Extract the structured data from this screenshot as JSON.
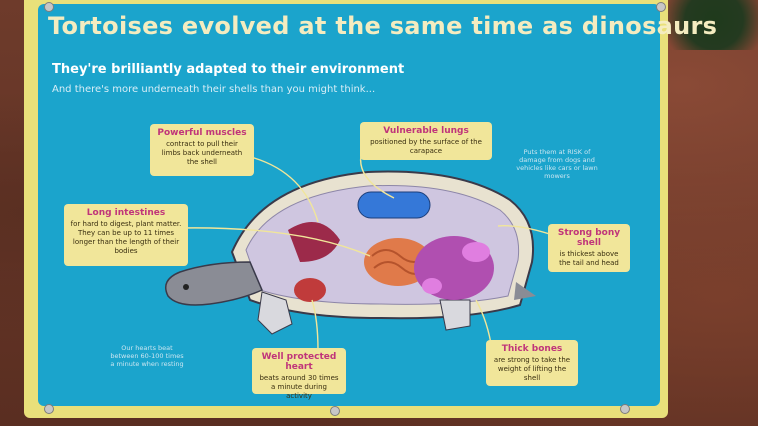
{
  "sign": {
    "title": "Tortoises evolved at the same time as dinosaurs",
    "subtitle": "They're brilliantly adapted to their environment",
    "tagline": "And there's more underneath their shells than you might think..."
  },
  "callouts": {
    "muscles": {
      "heading": "Powerful muscles",
      "body": "contract to pull their limbs back underneath the shell"
    },
    "lungs": {
      "heading": "Vulnerable lungs",
      "body": "positioned by the surface of the carapace"
    },
    "intestines": {
      "heading": "Long intestines",
      "body": "for hard to digest, plant matter. They can be up to 11 times longer than the length of their bodies"
    },
    "shell": {
      "heading": "Strong bony shell",
      "body": "is thickest above the tail and head"
    },
    "heart": {
      "heading": "Well protected heart",
      "body": "beats around 30 times a minute during activity"
    },
    "bones": {
      "heading": "Thick bones",
      "body": "are strong to take the weight of lifting the shell"
    }
  },
  "notes": {
    "risk": "Puts them at RISK of damage from dogs and vehicles like cars or lawn mowers",
    "heartbeat": "Our hearts beat between 60-100 times a minute when resting"
  },
  "colors": {
    "panel": "#1ba4cc",
    "frame": "#e9e07a",
    "callout": "#f1e69a",
    "heading_accent": "#c0357a",
    "wall": "#6b3a2a"
  }
}
